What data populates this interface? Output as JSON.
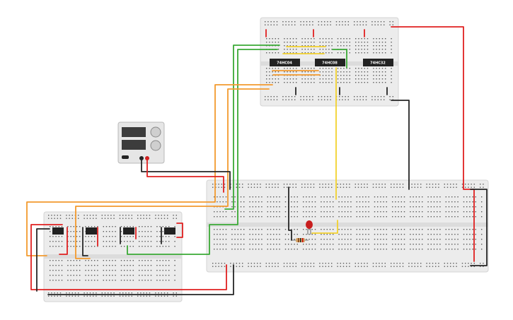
{
  "chips": [
    {
      "label": "74HC04"
    },
    {
      "label": "74HC08"
    },
    {
      "label": "74HC32"
    }
  ],
  "colors": {
    "wire_red": "#e02020",
    "wire_black": "#262626",
    "wire_green": "#3aa935",
    "wire_orange": "#f39a2e",
    "wire_yellow": "#f2d12c",
    "led_red": "#c81e1e",
    "board": "#ececec"
  }
}
